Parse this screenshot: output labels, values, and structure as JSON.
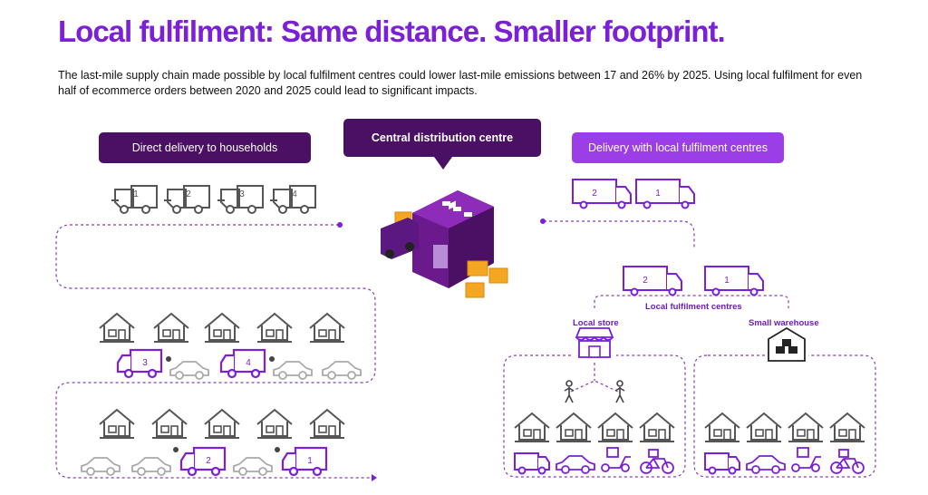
{
  "title": "Local fulfilment: Same distance. Smaller footprint.",
  "subtitle": "The last-mile supply chain made possible by local fulfilment centres could lower last-mile emissions between 17 and 26% by 2025. Using local fulfilment for even half of ecommerce orders between 2020 and 2025 could lead to significant impacts.",
  "labels": {
    "left": "Direct delivery to households",
    "center": "Central distribution centre",
    "right": "Delivery with local fulfilment centres",
    "local_fulfilment_centres": "Local fulfilment centres",
    "local_store": "Local store",
    "small_warehouse": "Small warehouse"
  },
  "van_numbers": {
    "left_top": [
      "1",
      "2",
      "3",
      "4"
    ],
    "right_top": [
      "2",
      "1"
    ],
    "right_mid": [
      "2",
      "1"
    ],
    "row1": [
      "3",
      "4"
    ],
    "row2": [
      "2",
      "1"
    ]
  },
  "colors": {
    "purple": "#7b1fd8",
    "dark_purple": "#4a1063",
    "light_purple": "#9b3ee8",
    "orange": "#f5a623",
    "gray": "#555555"
  }
}
